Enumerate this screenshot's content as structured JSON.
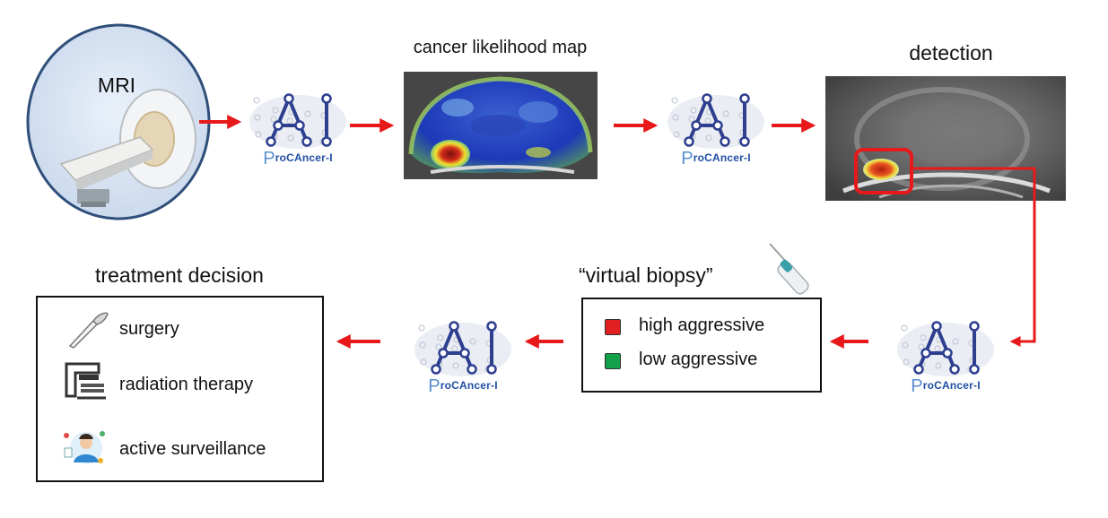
{
  "mri": {
    "label": "MRI"
  },
  "likelihood_map": {
    "title": "cancer likelihood map"
  },
  "detection": {
    "title": "detection"
  },
  "virtual_biopsy": {
    "title": "“virtual biopsy”",
    "legend": [
      {
        "label": "high aggressive",
        "color": "#e02020"
      },
      {
        "label": "low aggressive",
        "color": "#12a04a"
      }
    ]
  },
  "treatment": {
    "title": "treatment decision",
    "items": [
      {
        "label": "surgery",
        "icon": "scalpel-icon"
      },
      {
        "label": "radiation therapy",
        "icon": "radiation-machine-icon"
      },
      {
        "label": "active surveillance",
        "icon": "doctor-icon"
      }
    ]
  },
  "ai_module": {
    "letters": "AI",
    "brand_lead": "P",
    "brand_rest": "roCAncer-I"
  },
  "colors": {
    "arrow": "#e8191a",
    "ai_blue": "#2e3f8f",
    "brand_blue": "#1f4fa3"
  }
}
